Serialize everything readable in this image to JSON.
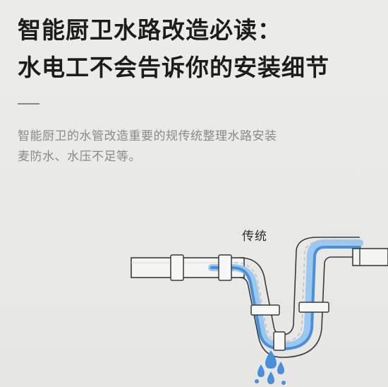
{
  "article": {
    "title_line1": "智能厨卫水路改造必读：",
    "title_line2": "水电工不会告诉你的安装细节",
    "desc_line1": "智能厨卫的水管改造重要的规传统整理水路安装",
    "desc_line2": "麦防水、水压不足等。"
  },
  "illustration": {
    "label": "传统",
    "colors": {
      "pipe_fill": "#f4f4f3",
      "pipe_outline": "#3a3a3a",
      "water": "#4a90d9",
      "water_light": "#9cc7ee",
      "dashed": "#b9b9b9"
    },
    "icons": [
      "drip-drops-icon"
    ]
  }
}
